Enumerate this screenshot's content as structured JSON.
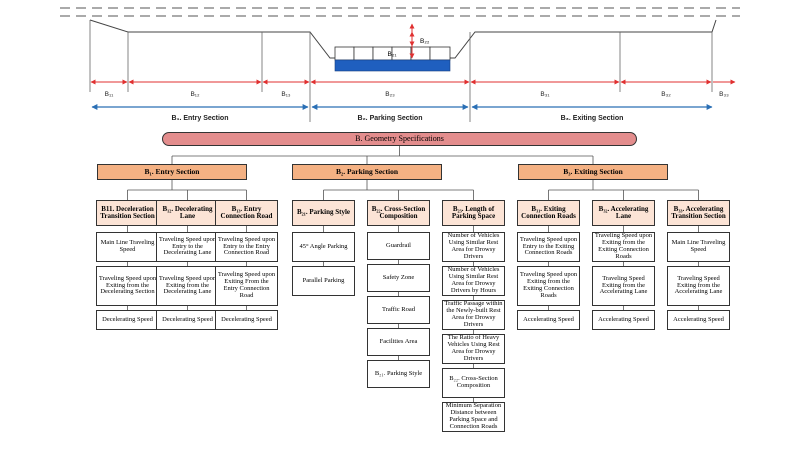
{
  "top_diagram": {
    "labels": {
      "b11": "B₁₁",
      "b12": "B₁₂",
      "b13": "B₁₃",
      "b21": "B₂₁",
      "b22": "B₂₂",
      "b23": "B₂₃",
      "b31": "B₃₁",
      "b32": "B₃₂",
      "b33": "B₃₃"
    },
    "sections": {
      "entry": "B₁. Entry Section",
      "parking": "B₂. Parking Section",
      "exiting": "B₃. Exiting Section"
    }
  },
  "tree": {
    "root": "B. Geometry Specifications",
    "sections": [
      {
        "title": "B₁. Entry Section",
        "categories": [
          {
            "title": "B11. Deceleration Transition Section",
            "leaves": [
              "Main Line Traveling Speed",
              "Traveling Speed upon Exiting from the Decelerating Section",
              "Decelerating Speed"
            ]
          },
          {
            "title": "B₁₂. Decelerating Lane",
            "leaves": [
              "Traveling Speed upon Entry to the Decelerating Lane",
              "Traveling Speed upon Exiting from the Decelerating Lane",
              "Decelerating Speed"
            ]
          },
          {
            "title": "B₁₃. Entry Connection Road",
            "leaves": [
              "Traveling Speed upon Entry to the Entry Connection Road",
              "Traveling Speed upon Exiting From the Entry Connection Road",
              "Decelerating Speed"
            ]
          }
        ]
      },
      {
        "title": "B₂. Parking Section",
        "categories": [
          {
            "title": "B₂₁. Parking Style",
            "leaves": [
              "45° Angle Parking",
              "Parallel Parking"
            ]
          },
          {
            "title": "B₂₂. Cross-Section Composition",
            "leaves": [
              "Guardrail",
              "Safety Zone",
              "Traffic Road",
              "Facilities Area",
              "B₂₁. Parking Style"
            ]
          },
          {
            "title": "B₂₃. Length of Parking Space",
            "leaves": [
              "Number of Vehicles Using Similar Rest Area for Drowsy Drivers",
              "Number of Vehicles Using Similar Rest Area for Drowsy Drivers by Hours",
              "Traffic Passage within the Newly-built Rest Area for Drowsy Drivers",
              "The Ratio of Heavy Vehicles Using Rest Area for Drowsy Drivers",
              "B₂₂. Cross-Section Composition",
              "Minimum Separation Distance between Parking Space and Connection Roads"
            ]
          }
        ]
      },
      {
        "title": "B₃. Exiting Section",
        "categories": [
          {
            "title": "B₃₁. Exiting Connection Roads",
            "leaves": [
              "Traveling Speed upon Entry to the Exiting Connection Roads",
              "Traveling Speed upon Exiting from the Exiting Connection Roads",
              "Accelerating Speed"
            ]
          },
          {
            "title": "B₃₂. Accelerating Lane",
            "leaves": [
              "Traveling Speed upon Exiting from the Exiting Connection Roads",
              "Traveling Speed Exiting from the Accelerating Lane",
              "Accelerating Speed"
            ]
          },
          {
            "title": "B₃₃. Accelerating Transition Section",
            "leaves": [
              "Main Line Traveling Speed",
              "Traveling Speed Exiting from the Accelerating Lane",
              "Accelerating Speed"
            ]
          }
        ]
      }
    ]
  },
  "colors": {
    "root_fill": "#e38d8d",
    "section_fill": "#f4b183",
    "category_fill": "#fce4d6",
    "red_arrows": "#e03030",
    "blue_arrows": "#2a6fb5",
    "parking_block": "#1f5fbf"
  }
}
